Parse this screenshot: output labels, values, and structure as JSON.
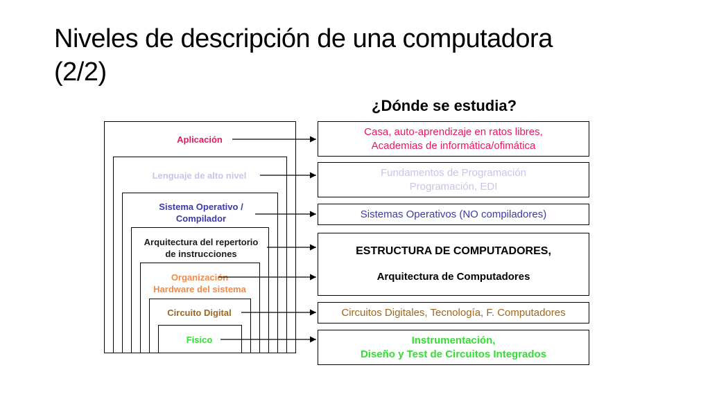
{
  "slide": {
    "title_line1": "Niveles de descripción de una computadora",
    "title_line2": "(2/2)",
    "question": "¿Dónde se estudia?"
  },
  "levels": [
    {
      "line1": "Aplicación",
      "line2": "",
      "color": "#e8185a"
    },
    {
      "line1": "Lenguaje de alto nivel",
      "line2": "",
      "color": "#c6c6ea"
    },
    {
      "line1": "Sistema Operativo /",
      "line2": "Compilador",
      "color": "#3a3aa8"
    },
    {
      "line1": "Arquitectura del repertorio",
      "line2": "de instrucciones",
      "color": "#1a1a1a"
    },
    {
      "line1": "Organización",
      "line2": "Hardware del sistema",
      "color": "#f08a4a"
    },
    {
      "line1": "Circuito Digital",
      "line2": "",
      "color": "#a0661e"
    },
    {
      "line1": "Físico",
      "line2": "",
      "color": "#33dd33"
    }
  ],
  "study": [
    {
      "line1": "Casa, auto-aprendizaje en ratos libres,",
      "line2": "Academias de informática/ofimática",
      "color": "#e8185a"
    },
    {
      "line1": "Fundamentos de Programación",
      "line2": "Programación, EDI",
      "color": "#c6c6ea"
    },
    {
      "line1": "Sistemas Operativos (NO compiladores)",
      "line2": "",
      "color": "#3a3aa8"
    },
    {
      "line1": "ESTRUCTURA DE COMPUTADORES,",
      "line2": "Arquitectura de Computadores",
      "color": "#000000"
    },
    {
      "line1": "Circuitos Digitales, Tecnología, F. Computadores",
      "line2": "",
      "color": "#a0661e"
    },
    {
      "line1": "Instrumentación,",
      "line2": "Diseño y Test de Circuitos Integrados",
      "color": "#33dd33"
    }
  ]
}
